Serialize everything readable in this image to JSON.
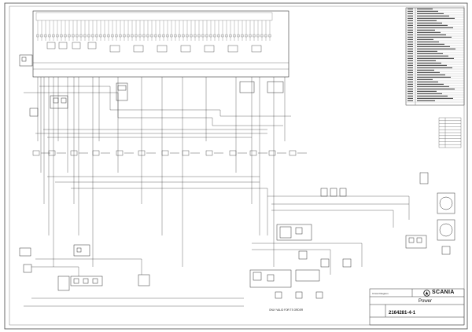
{
  "title_block": {
    "header": "Circuit Diagram",
    "title": "Power",
    "doc_number": "2164281-4-1",
    "brand": "SCANIA"
  },
  "notes": {
    "order_note": "ONLY VALID FOR TS ORDER"
  },
  "colors": {
    "line": "#2a2a2a",
    "frame": "#444444"
  }
}
